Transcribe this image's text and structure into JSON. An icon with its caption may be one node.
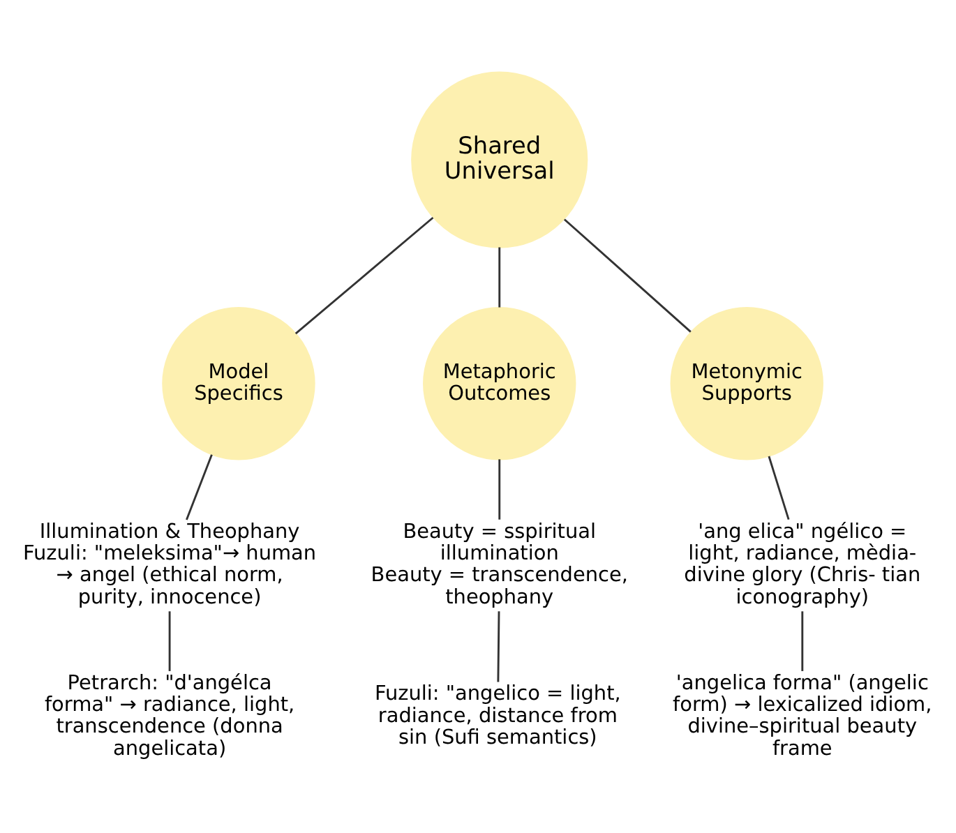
{
  "diagram": {
    "nodes": [
      {
        "text": [
          "Shared Universal"
        ]
      },
      {
        "text": [
          "Model Specifics"
        ]
      },
      {
        "text": [
          "Metaphoric Outcomes"
        ]
      },
      {
        "text": [
          "Metonymic Supports"
        ]
      },
      {
        "text": [
          "Illumination & Theophany",
          "Fuzuli: \"meleksima\"→ human → angel (ethical norm, purity, innocence)"
        ]
      },
      {
        "text": [
          "Petrarch: \"d'angélca forma\" → radiance, light, transcendence (donna angelicata)"
        ]
      },
      {
        "text": [
          "Beauty = sspiritual illumination",
          "Beauty = transcendence, theophany"
        ]
      },
      {
        "text": [
          "Fuzuli: \"angelico = light, radiance, distance from sin (Sufi semantics)"
        ]
      },
      {
        "text": [
          "'ang elica\" ngélico = light, radiance, mèdia- divine glory (Chris- tian iconography)"
        ]
      },
      {
        "text": [
          "'angelica forma\" (angelic form) → lexicalized idiom, divine–spiritual beauty frame"
        ]
      }
    ],
    "edges": [
      {
        "from": 0,
        "to": 1,
        "arrow": "none"
      },
      {
        "from": 0,
        "to": 2,
        "arrow": "none"
      },
      {
        "from": 0,
        "to": 3,
        "arrow": "none"
      },
      {
        "from": 1,
        "to": 4,
        "arrow": "none"
      },
      {
        "from": 4,
        "to": 5,
        "arrow": "none"
      },
      {
        "from": 2,
        "to": 6,
        "arrow": "none"
      },
      {
        "from": 6,
        "to": 7,
        "arrow": "none"
      },
      {
        "from": 3,
        "to": 8,
        "arrow": "none"
      },
      {
        "from": 8,
        "to": 9,
        "arrow": "none"
      }
    ]
  }
}
